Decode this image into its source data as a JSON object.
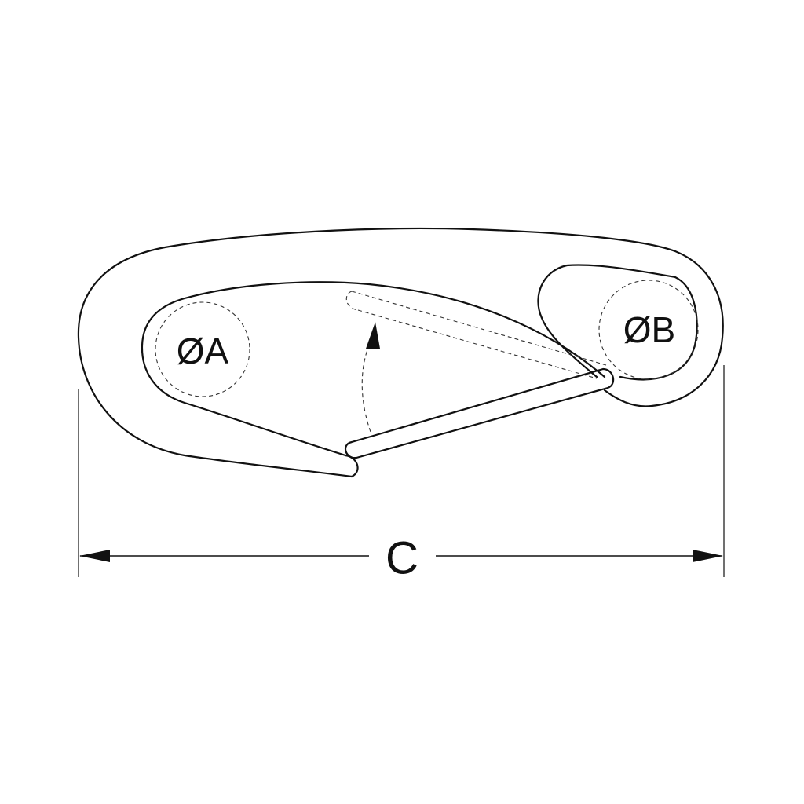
{
  "diagram": {
    "labels": {
      "diameter_a": "ØA",
      "diameter_b": "ØB",
      "length_c": "C"
    },
    "colors": {
      "line": "#111111",
      "background": "#ffffff"
    }
  }
}
